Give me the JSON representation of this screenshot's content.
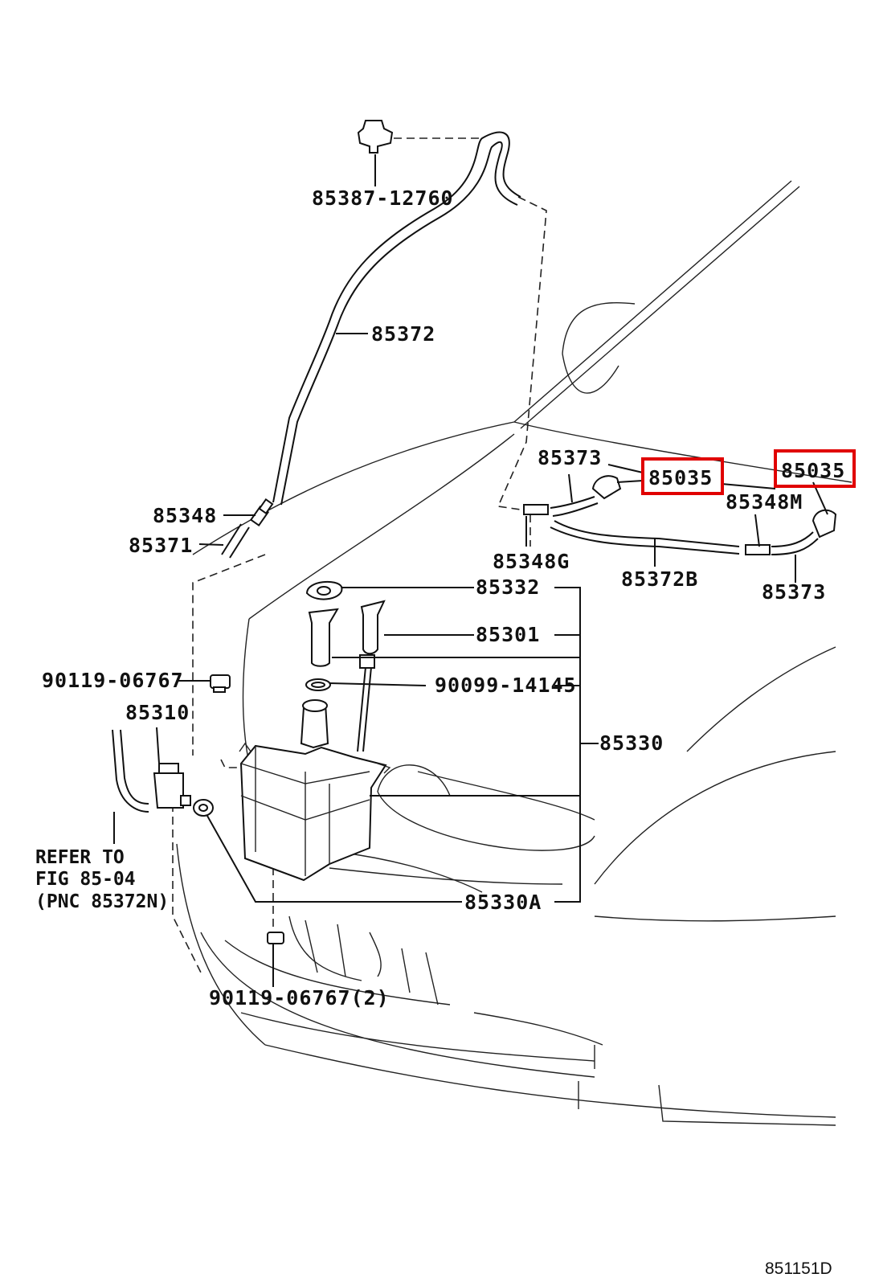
{
  "diagram": {
    "figure_id": "851151D",
    "highlight_color": "#e00000",
    "labels": {
      "clip_top": "85387-12760",
      "hose_upper": "85372",
      "joint_left": "85348",
      "hose_short_left": "85371",
      "hose_small_center": "85373",
      "nozzle_left": "85035",
      "nozzle_right": "85035",
      "joint_right": "85348M",
      "joint_center": "85348G",
      "hose_center": "85372B",
      "hose_small_right": "85373",
      "gasket": "85332",
      "inlet": "85301",
      "bolt_left": "90119-06767",
      "oring": "90099-14145",
      "pump": "85310",
      "tank_assy": "85330",
      "refer_line1": "REFER TO",
      "refer_line2": "FIG 85-04",
      "refer_line3": "(PNC 85372N)",
      "grommet": "85330A",
      "bolt_bottom": "90119-06767(2)"
    }
  }
}
